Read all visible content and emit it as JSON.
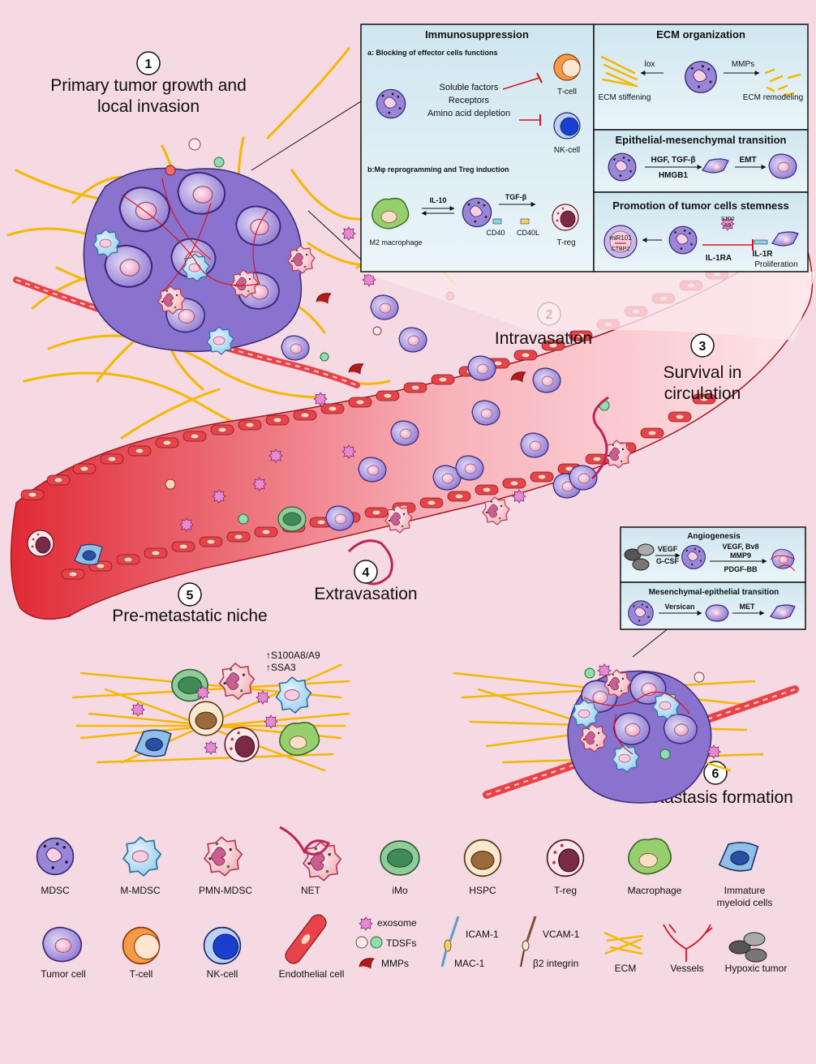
{
  "steps": {
    "s1": {
      "number": "1",
      "line1": "Primary tumor growth and",
      "line2": "local invasion"
    },
    "s2": {
      "number": "2",
      "label": "Intravasation"
    },
    "s3": {
      "number": "3",
      "line1": "Survival in",
      "line2": "circulation"
    },
    "s4": {
      "number": "4",
      "label": "Extravasation"
    },
    "s5": {
      "number": "5",
      "label": "Pre-metastatic niche"
    },
    "s6": {
      "number": "6",
      "label": "Metastasis formation"
    }
  },
  "niche_markers": {
    "m1": "↑S100A8/A9",
    "m2": "↑SSA3"
  },
  "immunosuppression": {
    "title": "Immunosuppression",
    "sub_a": "a: Blocking of effector cells functions",
    "factors": [
      "Soluble factors",
      "Receptors",
      "Amino acid depletion"
    ],
    "tcell": "T-cell",
    "nkcell": "NK-cell",
    "sub_b": "b:Mφ reprogramming and Treg  induction",
    "il10": "IL-10",
    "tgfb": "TGF-β",
    "cd40": "CD40",
    "cd40l": "CD40L",
    "m2": "M2 macrophage",
    "treg": "T-reg"
  },
  "ecm_org": {
    "title": "ECM organization",
    "lox": "lox",
    "mmps": "MMPs",
    "stiff": "ECM stiffening",
    "remodel": "ECM remodeling"
  },
  "emt": {
    "title": "Epithelial-mesenchymal transition",
    "factors1": "HGF, TGF-β",
    "factors2": "HMGB1",
    "emt": "EMT"
  },
  "stemness": {
    "title": "Promotion of tumor cells stemness",
    "mir1": "miR101",
    "mir2": "CTBP2",
    "s100a": "S100",
    "s100b": "A9",
    "il1ra": "IL-1RA",
    "il1r": "IL-1R",
    "prolif": "Proliferation"
  },
  "angio": {
    "title": "Angiogenesis",
    "in1": "VEGF",
    "in2": "G-CSF",
    "out1": "VEGF, Bv8",
    "out2": "MMP9",
    "out3": "PDGF-BB"
  },
  "met": {
    "title": "Mesenchymal-epithelial transition",
    "versican": "Versican",
    "met": "MET"
  },
  "legend": {
    "mdsc": "MDSC",
    "mmdsc": "M-MDSC",
    "pmn": "PMN-MDSC",
    "net": "NET",
    "imo": "iMo",
    "hspc": "HSPC",
    "treg": "T-reg",
    "macro": "Macrophage",
    "imm1": "Immature",
    "imm2": "myeloid cells",
    "tumor": "Tumor cell",
    "tcell": "T-cell",
    "nk": "NK-cell",
    "endo": "Endothelial cell",
    "exosome": "exosome",
    "tdsfs": "TDSFs",
    "mmps": "MMPs",
    "icam": "ICAM-1",
    "mac": "MAC-1",
    "vcam": "VCAM-1",
    "b2": "β2 integrin",
    "ecm": "ECM",
    "vessels": "Vessels",
    "hypoxic": "Hypoxic tumor"
  },
  "colors": {
    "background": "#f5d9e3",
    "vessel": "#e8434a",
    "ecm": "#f5b800",
    "tumor": "#9b86d6",
    "panel": "#d8ecf3"
  }
}
